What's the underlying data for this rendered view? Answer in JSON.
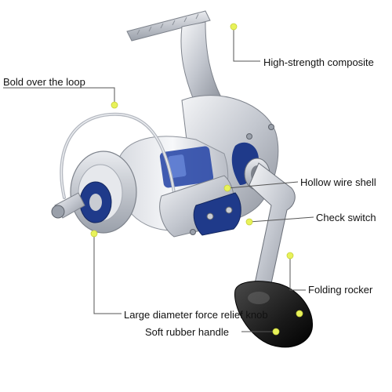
{
  "labels": {
    "high_strength": "High-strength composite",
    "bold_loop": "Bold over the loop",
    "hollow_wire": "Hollow wire shell",
    "check_switch": "Check switch",
    "folding_rocker": "Folding rocker",
    "large_knob": "Large diameter force relief knob",
    "soft_handle": "Soft rubber handle"
  },
  "colors": {
    "marker": "#e8f25a",
    "leader": "#555555",
    "body_silver": "#c9ccd3",
    "accent_blue": "#1f3a8a",
    "knob_black": "#1a1a1a"
  }
}
